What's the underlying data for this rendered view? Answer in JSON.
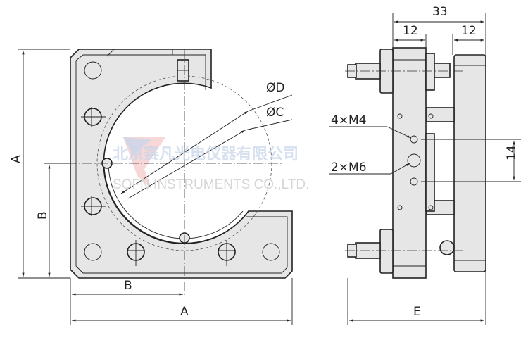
{
  "front_view": {
    "labels": {
      "dia_d": "ØD",
      "dia_c": "ØC",
      "dim_a_vertical": "A",
      "dim_b_vertical": "B",
      "dim_b_horizontal": "B",
      "dim_a_horizontal": "A"
    }
  },
  "side_view": {
    "labels": {
      "overall_width": "33",
      "left_width": "12",
      "right_width": "12",
      "thread_m4": "4×M4",
      "thread_m6": "2×M6",
      "hole_spacing": "14",
      "dim_e": "E"
    }
  },
  "watermark": {
    "company_cn": "北京赛凡光电仪器有限公司",
    "company_en": "SOFN INSTRUMENTS CO.,LTD."
  },
  "colors": {
    "part_fill": "#e6e6e6",
    "line": "#222222",
    "watermark_blue": "#c9d6ea",
    "watermark_red": "#f3c6c6"
  }
}
